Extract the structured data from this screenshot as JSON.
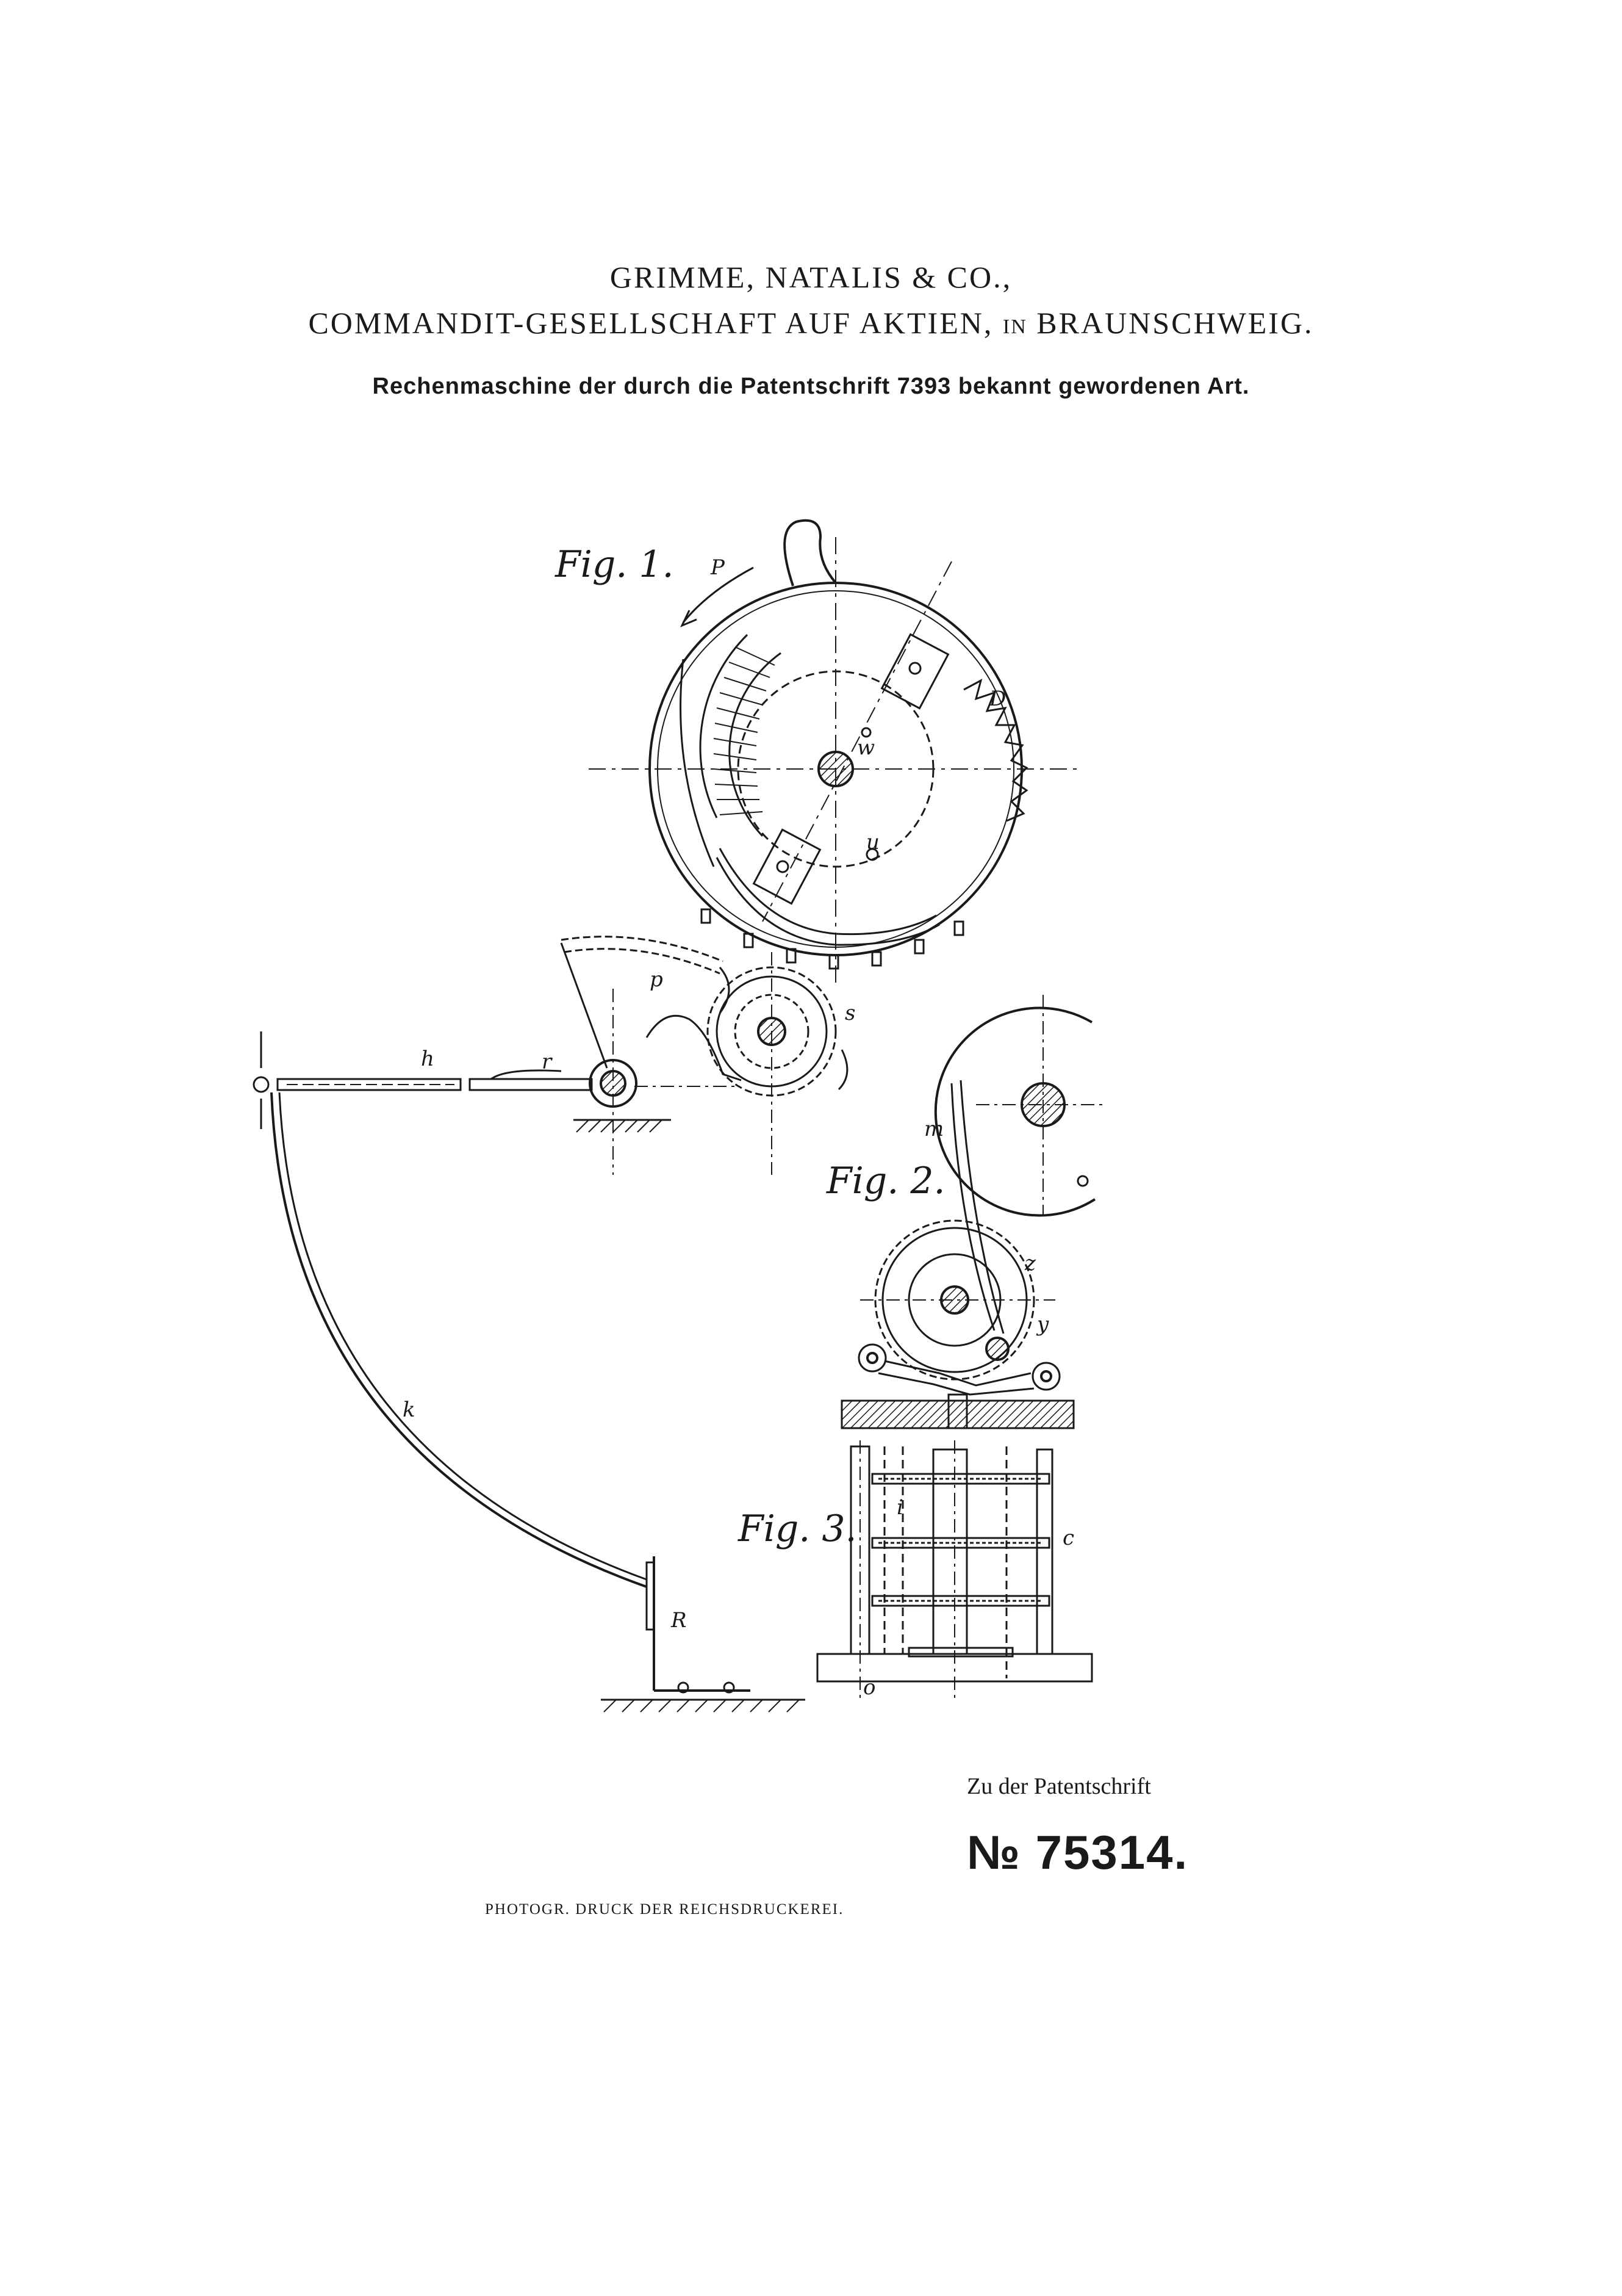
{
  "header": {
    "applicant_line1": "GRIMME, NATALIS & CO.,",
    "applicant_line2_a": "COMMANDIT-GESELLSCHAFT AUF AKTIEN, ",
    "applicant_line2_in": "IN",
    "applicant_line2_b": " BRAUNSCHWEIG.",
    "title": "Rechenmaschine der durch die Patentschrift 7393 bekannt gewordenen Art."
  },
  "figures": {
    "fig1_label": "Fig. 1.",
    "fig2_label": "Fig. 2.",
    "fig3_label": "Fig. 3."
  },
  "drawing_letters": {
    "P": "P",
    "D": "D",
    "w": "w",
    "u": "u",
    "p": "p",
    "s": "s",
    "h": "h",
    "r": "r",
    "k": "k",
    "R": "R",
    "m": "m",
    "z": "z",
    "y": "y",
    "i": "i",
    "c": "c",
    "o": "o"
  },
  "footer": {
    "reference_label": "Zu der Patentschrift",
    "patent_number": "№ 75314.",
    "printer": "PHOTOGR. DRUCK DER REICHSDRUCKEREI."
  },
  "colors": {
    "ink": "#1a1a1a",
    "paper": "#ffffff"
  }
}
